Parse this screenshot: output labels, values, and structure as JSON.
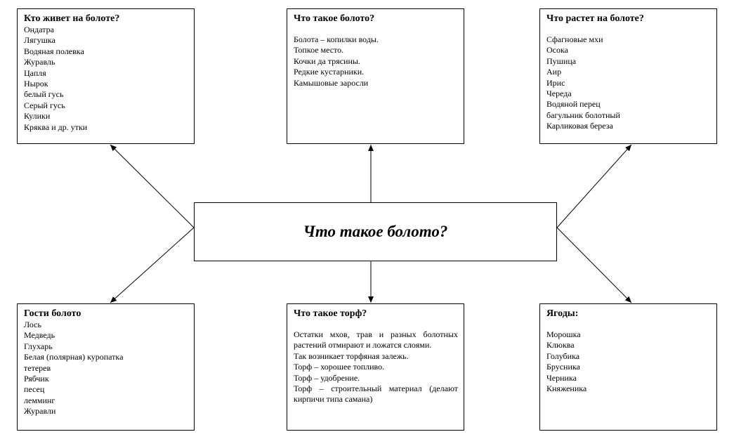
{
  "center": {
    "title": "Что такое болото?"
  },
  "boxes": {
    "who_lives": {
      "title": "Кто живет на болоте?",
      "items": [
        "Ондатра",
        "Лягушка",
        "Водяная полевка",
        "Журавль",
        "Цапля",
        "Нырок",
        "белый гусь",
        "Серый гусь",
        "Кулики",
        "Кряква и др. утки"
      ]
    },
    "what_is": {
      "title": "Что такое болото?",
      "items": [
        "Болота – копилки воды.",
        "Топкое место.",
        "Кочки да трясины.",
        "Редкие кустарники.",
        "Камышовые заросли"
      ]
    },
    "what_grows": {
      "title": "Что растет на болоте?",
      "items": [
        "Сфагновые мхи",
        "Осока",
        "Пушица",
        "Аир",
        "Ирис",
        "Череда",
        "Водяной перец",
        "багульник болотный",
        "Карликовая береза"
      ]
    },
    "guests": {
      "title": "Гости болото",
      "items": [
        "Лось",
        "Медведь",
        "Глухарь",
        "Белая (полярная) куропатка",
        "тетерев",
        "Рябчик",
        "песец",
        "лемминг",
        "Журавли"
      ]
    },
    "peat": {
      "title": "Что такое торф?",
      "items": [
        "Остатки мхов, трав и разных болотных растений отмирают и ложатся слоями.",
        "Так возникает торфяная залежь.",
        "Торф – хорошее топливо.",
        "Торф – удобрение.",
        "Торф – строительный материал (делают кирпичи типа самана)"
      ]
    },
    "berries": {
      "title": "Ягоды:",
      "items": [
        "Морошка",
        "Клюква",
        "Голубика",
        "Брусника",
        "Черника",
        "Княженика"
      ]
    }
  }
}
